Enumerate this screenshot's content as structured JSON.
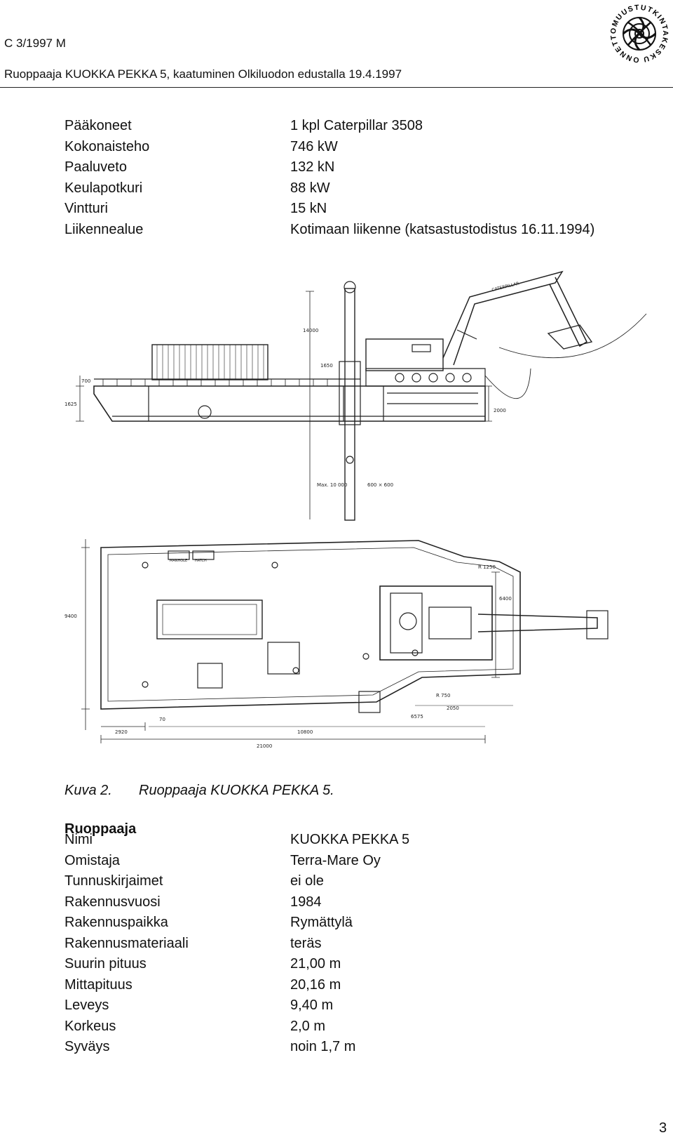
{
  "header": {
    "ref": "C 3/1997 M",
    "title": "Ruoppaaja KUOKKA PEKKA 5, kaatuminen Olkiluodon edustalla 19.4.1997",
    "logo_text": "ONNETTOMUUSTUTKINTAKESKUS"
  },
  "specs_top": [
    {
      "key": "Pääkoneet",
      "value": "1 kpl Caterpillar 3508"
    },
    {
      "key": "Kokonaisteho",
      "value": "746 kW"
    },
    {
      "key": "Paaluveto",
      "value": "132 kN"
    },
    {
      "key": "Keulapotkuri",
      "value": "88 kW"
    },
    {
      "key": "Vintturi",
      "value": "15 kN"
    },
    {
      "key": "Liikennealue",
      "value": "Kotimaan liikenne (katsastustodistus 16.11.1994)"
    }
  ],
  "drawing": {
    "side_labels": [
      "14000",
      "1650",
      "700",
      "1625",
      "2000",
      "Max. 10 000",
      "600 × 600"
    ],
    "brand": "CATERPILLAR",
    "plan_labels": [
      "9400",
      "6400",
      "R 1250",
      "R 750",
      "2050",
      "6575",
      "2920",
      "70",
      "10800",
      "21000",
      "MANHOLE",
      "HATCH"
    ]
  },
  "caption": {
    "number": "Kuva 2.",
    "text": "Ruoppaaja KUOKKA PEKKA 5."
  },
  "section_title": "Ruoppaaja",
  "specs_bottom": [
    {
      "key": "Nimi",
      "value": "KUOKKA PEKKA 5"
    },
    {
      "key": "Omistaja",
      "value": "Terra-Mare Oy"
    },
    {
      "key": "Tunnuskirjaimet",
      "value": "ei ole"
    },
    {
      "key": "Rakennusvuosi",
      "value": "1984"
    },
    {
      "key": "Rakennuspaikka",
      "value": "Rymättylä"
    },
    {
      "key": "Rakennusmateriaali",
      "value": "teräs"
    },
    {
      "key": "Suurin pituus",
      "value": "21,00 m"
    },
    {
      "key": "Mittapituus",
      "value": "20,16 m"
    },
    {
      "key": "Leveys",
      "value": "9,40 m"
    },
    {
      "key": "Korkeus",
      "value": "2,0 m"
    },
    {
      "key": "Syväys",
      "value": "noin 1,7 m"
    }
  ],
  "page_number": "3"
}
